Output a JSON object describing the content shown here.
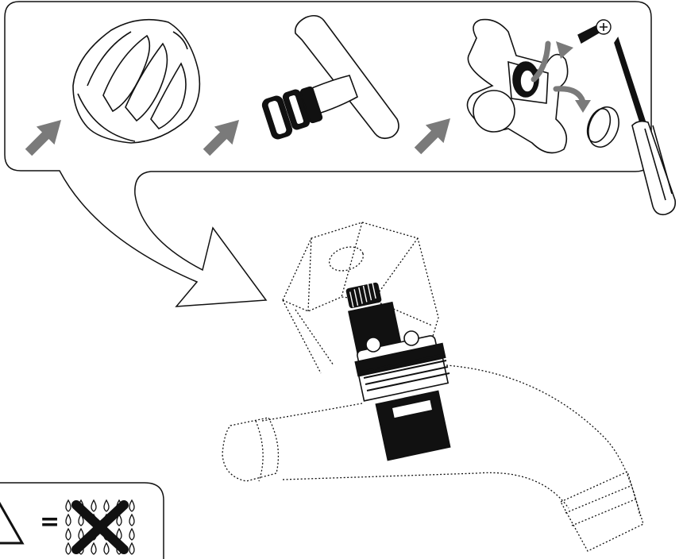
{
  "diagram": {
    "type": "faucet-cartridge-replacement-illustration",
    "panel": {
      "steps": [
        {
          "name": "dome-handle"
        },
        {
          "name": "t-bar-handle-with-cartridge"
        },
        {
          "name": "cross-handle-with-screw-and-cap"
        }
      ]
    },
    "legend": {
      "equals_sign": "=",
      "meaning_icons": [
        "warning-triangle-icon",
        "water-drops-icon",
        "cross-out-icon"
      ]
    }
  },
  "colors": {
    "ink": "#111111",
    "arrow_gray": "#7a7a7a",
    "background": "#ffffff"
  }
}
